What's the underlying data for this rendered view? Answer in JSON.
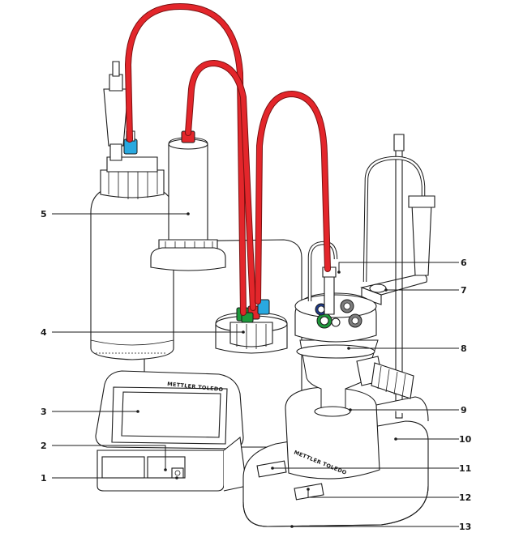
{
  "brand": {
    "terminal_logo": "METTLER TOLEDO",
    "stand_logo": "METTLER TOLEDO"
  },
  "callouts": [
    {
      "id": "1",
      "label": "1"
    },
    {
      "id": "2",
      "label": "2"
    },
    {
      "id": "3",
      "label": "3"
    },
    {
      "id": "4",
      "label": "4"
    },
    {
      "id": "5",
      "label": "5"
    },
    {
      "id": "6",
      "label": "6"
    },
    {
      "id": "7",
      "label": "7"
    },
    {
      "id": "8",
      "label": "8"
    },
    {
      "id": "9",
      "label": "9"
    },
    {
      "id": "10",
      "label": "10"
    },
    {
      "id": "11",
      "label": "11"
    },
    {
      "id": "12",
      "label": "12"
    },
    {
      "id": "13",
      "label": "13"
    }
  ],
  "colors": {
    "tube": "#e3262b",
    "connector_blue": "#29a9e0",
    "connector_green": "#1e9a3c",
    "connector_red": "#e3262b",
    "ring_dark_blue": "#1f3a8a",
    "ring_grey": "#7d7d7d"
  }
}
